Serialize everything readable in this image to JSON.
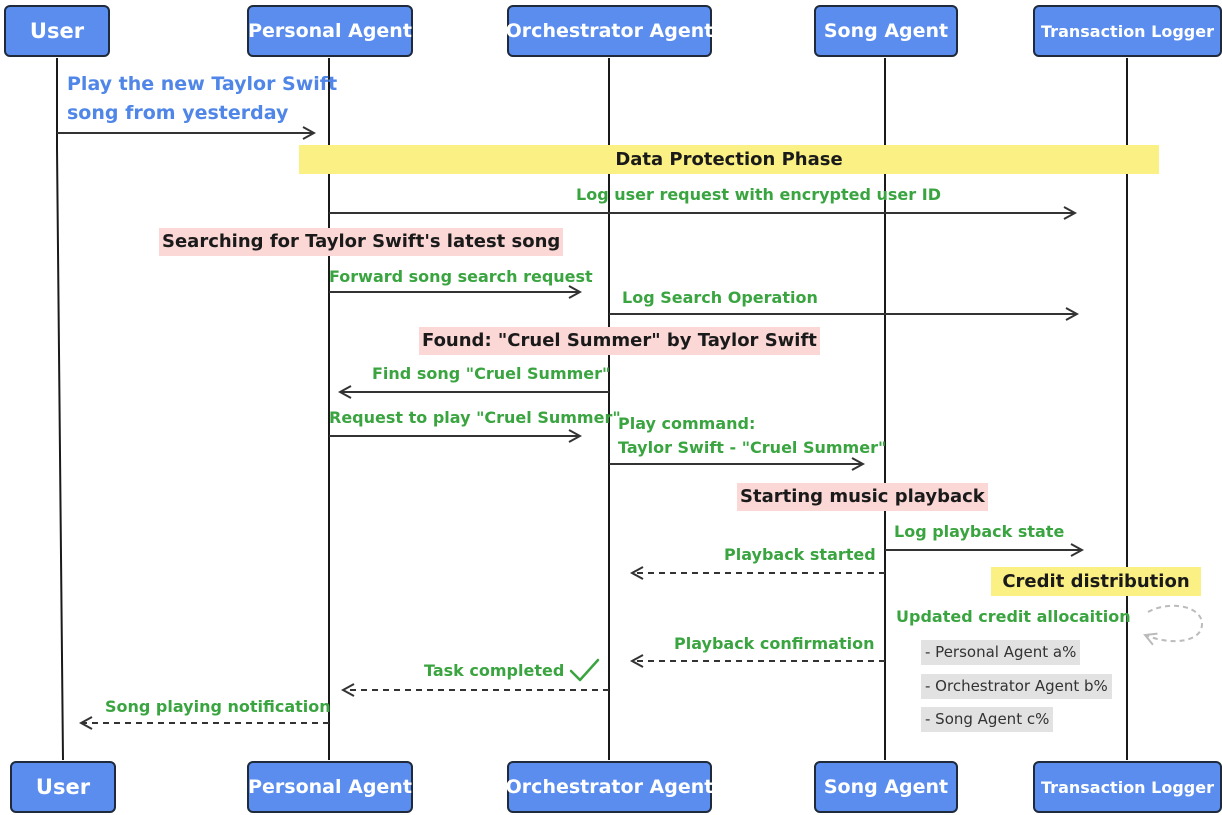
{
  "actors": {
    "user": "User",
    "personal": "Personal Agent",
    "orchestrator": "Orchestrator Agent",
    "song": "Song Agent",
    "logger": "Transaction Logger"
  },
  "colors": {
    "actor_fill": "#5a8dee",
    "actor_border": "#1f2a3a",
    "message_text": "#3aa540",
    "user_message_text": "#4f86e8",
    "phase_band": "#fbf083",
    "note_fill": "#fbd7d6",
    "credit_item_fill": "#e2e2e2",
    "checkmark": "#3aa540"
  },
  "messages": {
    "user_request_line1": "Play the new Taylor Swift",
    "user_request_line2": "song from yesterday",
    "log_user_request": "Log user request with encrypted user ID",
    "forward_search": "Forward song search request",
    "log_search": "Log Search Operation",
    "find_song": "Find song \"Cruel Summer\"",
    "request_play": "Request to play \"Cruel Summer\"",
    "play_command_line1": "Play command:",
    "play_command_line2": "Taylor Swift - \"Cruel Summer\"",
    "log_playback": "Log playback state",
    "playback_started": "Playback started",
    "updated_credit": "Updated credit allocaition",
    "playback_confirmation": "Playback confirmation",
    "task_completed": "Task completed",
    "song_playing": "Song playing notification"
  },
  "phases": {
    "data_protection": "Data Protection Phase",
    "credit_distribution": "Credit distribution"
  },
  "notes": {
    "searching": "Searching for Taylor Swift's latest song",
    "found": "Found: \"Cruel Summer\" by Taylor Swift",
    "starting": "Starting music playback"
  },
  "credits": [
    "- Personal Agent a%",
    "- Orchestrator Agent b%",
    "- Song Agent c%"
  ],
  "icons": {
    "task_completed": "checkmark-icon",
    "self_message": "loop-arrow-icon"
  }
}
